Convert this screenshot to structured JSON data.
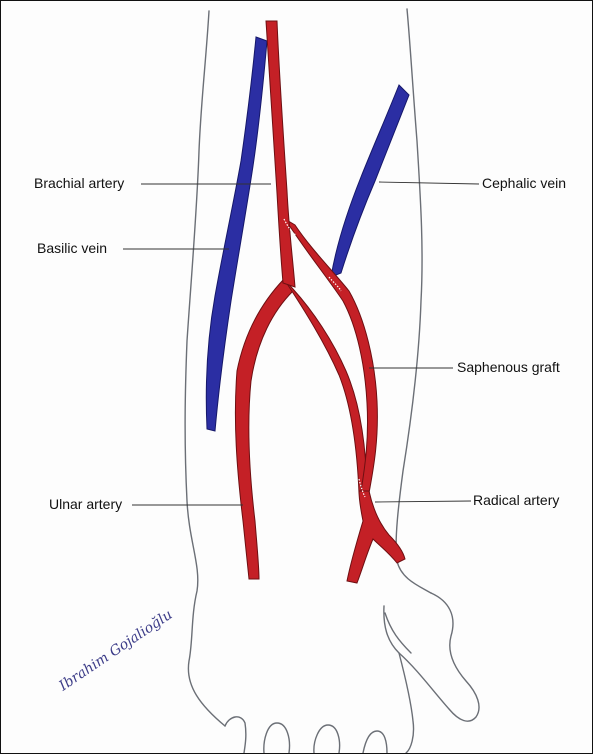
{
  "diagram": {
    "labels": {
      "brachial_artery": "Brachial artery",
      "basilic_vein": "Basilic vein",
      "cephalic_vein": "Cephalic vein",
      "saphenous_graft": "Saphenous graft",
      "ulnar_artery": "Ulnar artery",
      "radical_artery": "Radical artery"
    },
    "signature": "Ibrahim Gojalioğlu",
    "colors": {
      "artery": "#c42026",
      "artery_outline": "#6e0f12",
      "vein": "#2b2ea3",
      "vein_outline": "#16186a",
      "outline": "#6b6f76",
      "leader": "#333333"
    }
  }
}
